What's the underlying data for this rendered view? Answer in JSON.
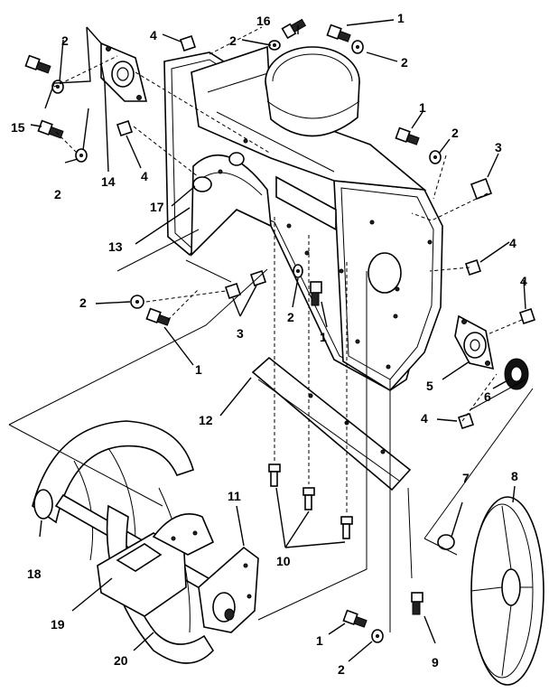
{
  "callouts": [
    {
      "id": "c-16a",
      "text": "16"
    },
    {
      "id": "c-1a",
      "text": "1"
    },
    {
      "id": "c-4a",
      "text": "4"
    },
    {
      "id": "c-2a",
      "text": "2"
    },
    {
      "id": "c-2b",
      "text": "2"
    },
    {
      "id": "c-2c",
      "text": "2"
    },
    {
      "id": "c-15",
      "text": "15"
    },
    {
      "id": "c-14",
      "text": "14"
    },
    {
      "id": "c-2d",
      "text": "2"
    },
    {
      "id": "c-4b",
      "text": "4"
    },
    {
      "id": "c-1b",
      "text": "1"
    },
    {
      "id": "c-2e",
      "text": "2"
    },
    {
      "id": "c-3a",
      "text": "3"
    },
    {
      "id": "c-17",
      "text": "17"
    },
    {
      "id": "c-13",
      "text": "13"
    },
    {
      "id": "c-4c",
      "text": "4"
    },
    {
      "id": "c-4d",
      "text": "4"
    },
    {
      "id": "c-2f",
      "text": "2"
    },
    {
      "id": "c-2g",
      "text": "2"
    },
    {
      "id": "c-1c",
      "text": "1"
    },
    {
      "id": "c-3b",
      "text": "3"
    },
    {
      "id": "c-1d",
      "text": "1"
    },
    {
      "id": "c-5",
      "text": "5"
    },
    {
      "id": "c-6",
      "text": "6"
    },
    {
      "id": "c-12",
      "text": "12"
    },
    {
      "id": "c-4e",
      "text": "4"
    },
    {
      "id": "c-7",
      "text": "7"
    },
    {
      "id": "c-8",
      "text": "8"
    },
    {
      "id": "c-11",
      "text": "11"
    },
    {
      "id": "c-10",
      "text": "10"
    },
    {
      "id": "c-18",
      "text": "18"
    },
    {
      "id": "c-19",
      "text": "19"
    },
    {
      "id": "c-20",
      "text": "20"
    },
    {
      "id": "c-1e",
      "text": "1"
    },
    {
      "id": "c-9",
      "text": "9"
    },
    {
      "id": "c-2h",
      "text": "2"
    }
  ]
}
